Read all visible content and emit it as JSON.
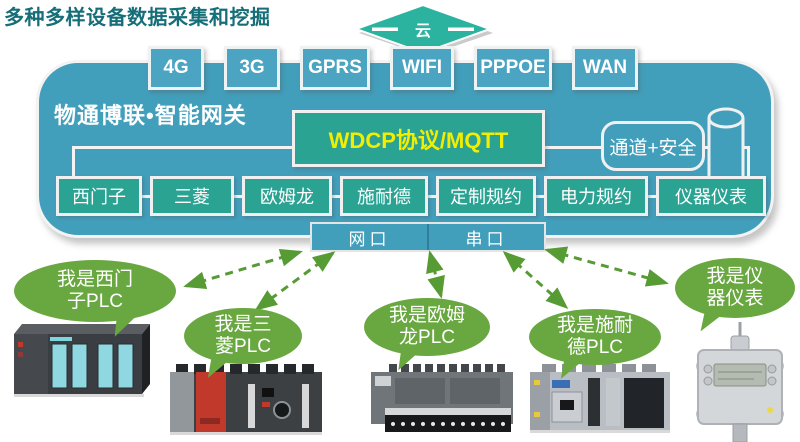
{
  "title": "多种多样设备数据采集和挖掘",
  "cloud": {
    "label": "云"
  },
  "gateway": {
    "name": "物通博联•智能网关",
    "uplinks": [
      "4G",
      "3G",
      "GPRS",
      "WIFI",
      "PPPOE",
      "WAN"
    ],
    "protocol_box": "WDCP协议/MQTT",
    "channel_security": "通道+安全",
    "drivers": [
      "西门子",
      "三菱",
      "欧姆龙",
      "施耐德",
      "定制规约",
      "电力规约",
      "仪器仪表"
    ],
    "ports": {
      "lan": "网口",
      "serial": "串口"
    }
  },
  "bubbles": [
    {
      "line1": "我是西门",
      "line2": "子PLC"
    },
    {
      "line1": "我是三",
      "line2": "菱PLC"
    },
    {
      "line1": "我是欧姆",
      "line2": "龙PLC"
    },
    {
      "line1": "我是施耐",
      "line2": "德PLC"
    },
    {
      "line1": "我是仪",
      "line2": "器仪表"
    }
  ],
  "colors": {
    "title_text": "#156e78",
    "gateway_fill": "#429fbc",
    "uplink_fill": "#4aa4c2",
    "green_box_fill": "#2ba393",
    "protocol_text": "#f2ee00",
    "cloud_fill": "#2cb3a0",
    "bubble_fill": "#69a840",
    "arrow_green": "#569b33"
  }
}
